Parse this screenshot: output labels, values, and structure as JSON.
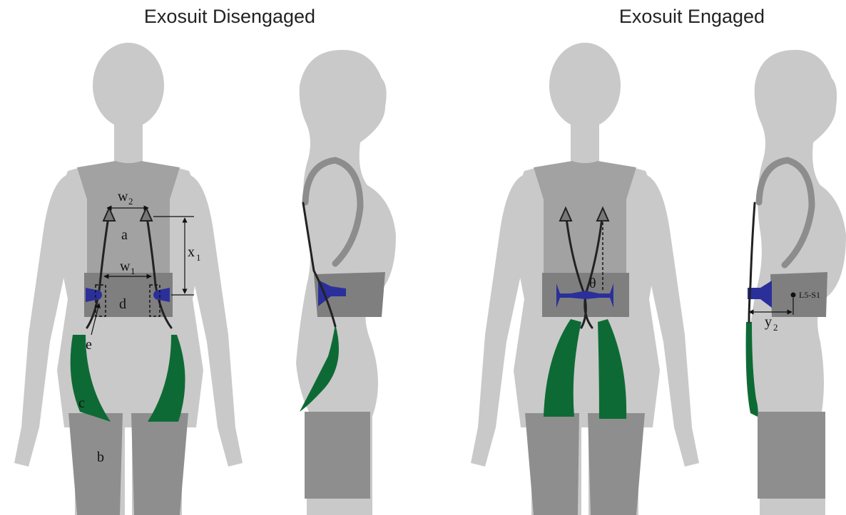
{
  "titles": {
    "left": "Exosuit Disengaged",
    "right": "Exosuit Engaged"
  },
  "labels": {
    "a": "a",
    "b": "b",
    "c": "c",
    "d": "d",
    "e": "e",
    "w2_main": "w",
    "w2_sub": "2",
    "w1_main": "w",
    "w1_sub": "1",
    "x1_main": "x",
    "x1_sub": "1",
    "theta": "θ",
    "l5s1": "L5-S1",
    "y2_main": "y",
    "y2_sub": "2"
  },
  "colors": {
    "silhouette": "#c9c9c9",
    "vest": "#a2a2a2",
    "belt": "#7f7f7f",
    "thigh": "#8e8e8e",
    "spring": "#0e6a35",
    "anchor": "#2b2f9a"
  }
}
